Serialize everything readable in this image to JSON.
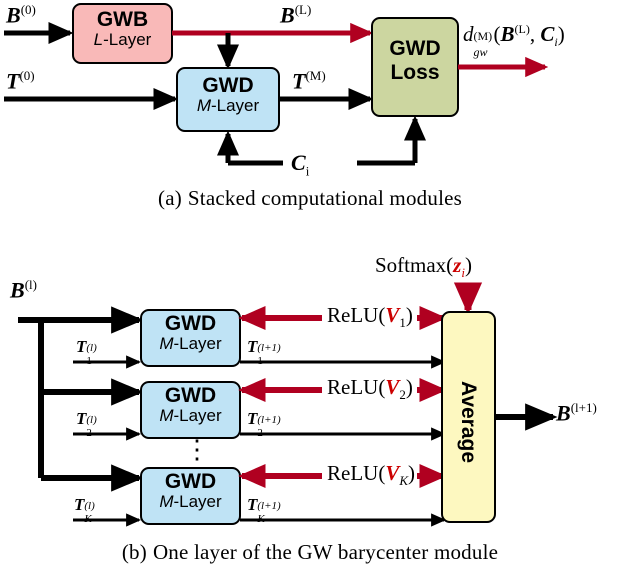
{
  "figure": {
    "title_a": "(a)  Stacked computational modules",
    "title_b": "(b)  One layer of the GW barycenter module",
    "caption_a_num": "(a)",
    "caption_a_text": "Stacked computational modules",
    "caption_b_num": "(b)",
    "caption_b_text": "One layer of the GW barycenter module",
    "colors": {
      "gwb_fill": "#f9b9b8",
      "gwd_fill": "#bfe3f5",
      "loss_fill": "#ccd6a0",
      "average_fill": "#fdf8c0",
      "red_arrow": "#b00020",
      "black": "#000000",
      "stroke": "#000000"
    }
  },
  "panel_a": {
    "blocks": [
      {
        "id": "gwb",
        "line1": "GWB",
        "line2_italic": "L",
        "line2_rest": "-Layer"
      },
      {
        "id": "gwd",
        "line1": "GWD",
        "line2_italic": "M",
        "line2_rest": "-Layer"
      },
      {
        "id": "gwd_loss",
        "line1": "GWD",
        "line2": "Loss"
      }
    ],
    "labels": {
      "b0": {
        "base": "B",
        "sup": "(0)"
      },
      "t0": {
        "base": "T",
        "sup": "(0)"
      },
      "bL": {
        "base": "B",
        "sup": "(L)"
      },
      "tM": {
        "base": "T",
        "sup": "(M)"
      },
      "ci": {
        "base": "C",
        "sub": "i"
      },
      "output": {
        "d": "d",
        "d_sub": "gw",
        "d_sup": "(M)",
        "open": "(",
        "b": "B",
        "b_sup": "(L)",
        "comma": ", ",
        "c": "C",
        "c_sub": "i",
        "close": ")"
      }
    }
  },
  "panel_b": {
    "input_label": {
      "base": "B",
      "sup": "(l)"
    },
    "output_label": {
      "base": "B",
      "sup": "(l+1)"
    },
    "softmax": {
      "fn": "Softmax(",
      "arg": "z",
      "arg_sub": "i",
      "close": ")"
    },
    "average_label": "Average",
    "dots": "⋮",
    "rows": [
      {
        "id": "row-1",
        "block": {
          "line1": "GWD",
          "line2_italic": "M",
          "line2_rest": "-Layer"
        },
        "t_in": {
          "base": "T",
          "sub": "1",
          "sup": "(l)"
        },
        "t_out": {
          "base": "T",
          "sub": "1",
          "sup": "(l+1)"
        },
        "relu": {
          "fn": "ReLU(",
          "arg": "V",
          "arg_sub": "1",
          "close": ")"
        }
      },
      {
        "id": "row-2",
        "block": {
          "line1": "GWD",
          "line2_italic": "M",
          "line2_rest": "-Layer"
        },
        "t_in": {
          "base": "T",
          "sub": "2",
          "sup": "(l)"
        },
        "t_out": {
          "base": "T",
          "sub": "2",
          "sup": "(l+1)"
        },
        "relu": {
          "fn": "ReLU(",
          "arg": "V",
          "arg_sub": "2",
          "close": ")"
        }
      },
      {
        "id": "row-k",
        "block": {
          "line1": "GWD",
          "line2_italic": "M",
          "line2_rest": "-Layer"
        },
        "t_in": {
          "base": "T",
          "sub": "K",
          "sup": "(l)"
        },
        "t_out": {
          "base": "T",
          "sub": "K",
          "sup": "(l+1)"
        },
        "relu": {
          "fn": "ReLU(",
          "arg": "V",
          "arg_sub": "K",
          "close": ")"
        }
      }
    ]
  }
}
